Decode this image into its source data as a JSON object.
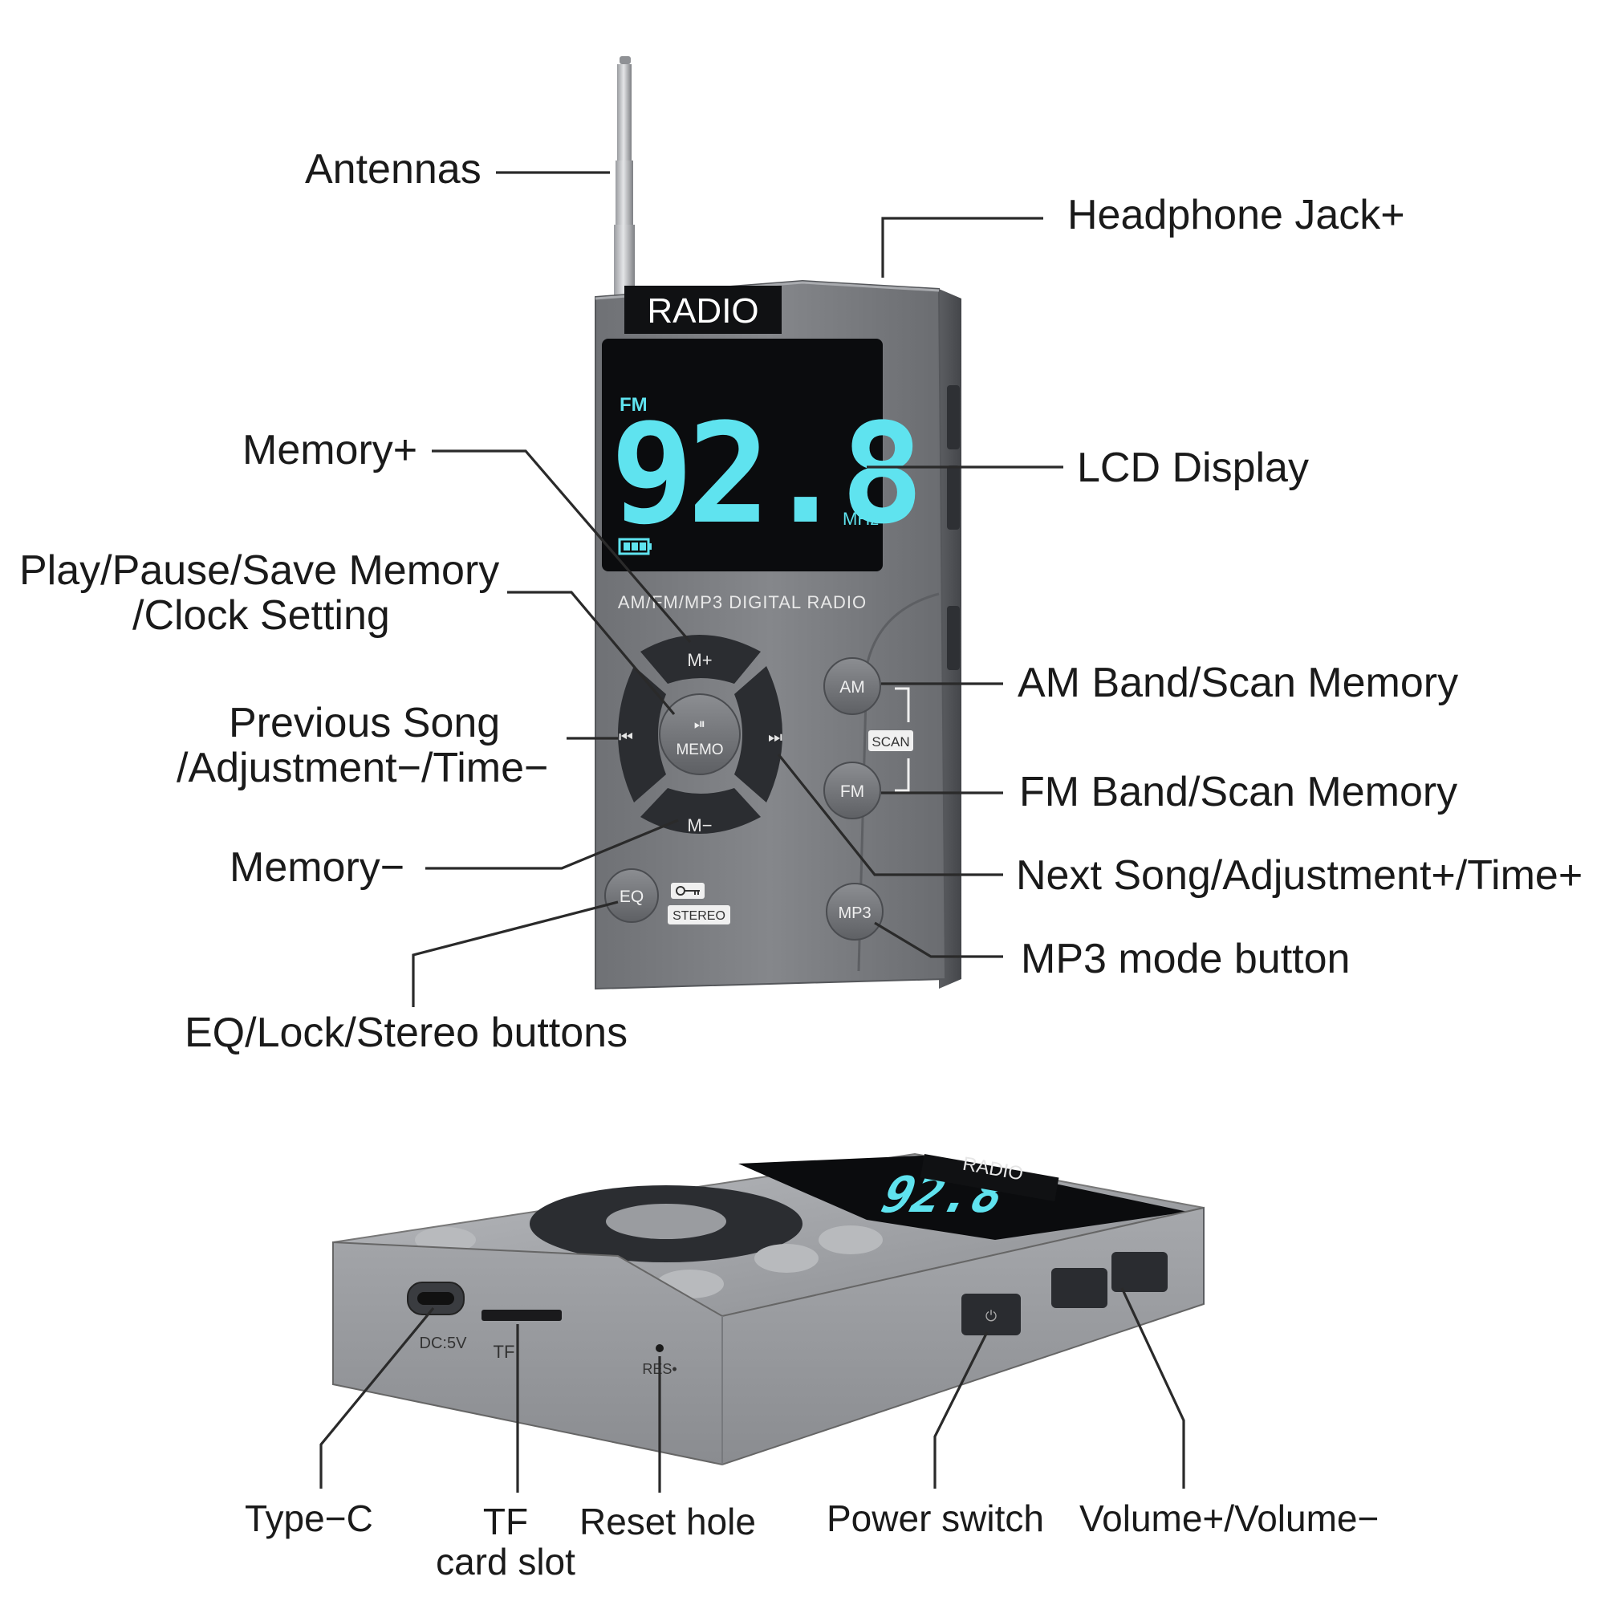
{
  "top_callouts": {
    "antennas": "Antennas",
    "headphone_jack": "Headphone Jack+",
    "memory_plus": "Memory+",
    "lcd_display": "LCD Display",
    "play_pause_line1": "Play/Pause/Save Memory",
    "play_pause_line2": "/Clock Setting",
    "am_band": "AM Band/Scan Memory",
    "previous_line1": "Previous Song",
    "previous_line2": "/Adjustment−/Time−",
    "fm_band": "FM Band/Scan Memory",
    "memory_minus": "Memory−",
    "next_song": "Next Song/Adjustment+/Time+",
    "mp3_mode": "MP3 mode button",
    "eq_lock_stereo": "EQ/Lock/Stereo buttons"
  },
  "bottom_callouts": {
    "type_c": "Type−C",
    "tf_line1": "TF",
    "tf_line2": "card slot",
    "reset_hole": "Reset hole",
    "power_switch": "Power switch",
    "volume": "Volume+/Volume−"
  },
  "device": {
    "brand": "RADIO",
    "lcd_band": "FM",
    "lcd_frequency": "92.8",
    "lcd_unit": "MHz",
    "model_text": "AM/FM/MP3 DIGITAL RADIO",
    "btn_mem_plus": "M+",
    "btn_mem_minus": "M−",
    "btn_memo": "MEMO",
    "btn_am": "AM",
    "btn_fm": "FM",
    "btn_scan": "SCAN",
    "btn_eq": "EQ",
    "btn_mp3": "MP3",
    "stereo_label": "STEREO",
    "port_dc": "DC:5V",
    "port_tf": "TF",
    "port_res": "RES•"
  },
  "colors": {
    "body": "#7a7c80",
    "lcd_bg": "#0b0c0e",
    "lcd_digits": "#5fe3ef",
    "text": "#1a1a1a"
  }
}
